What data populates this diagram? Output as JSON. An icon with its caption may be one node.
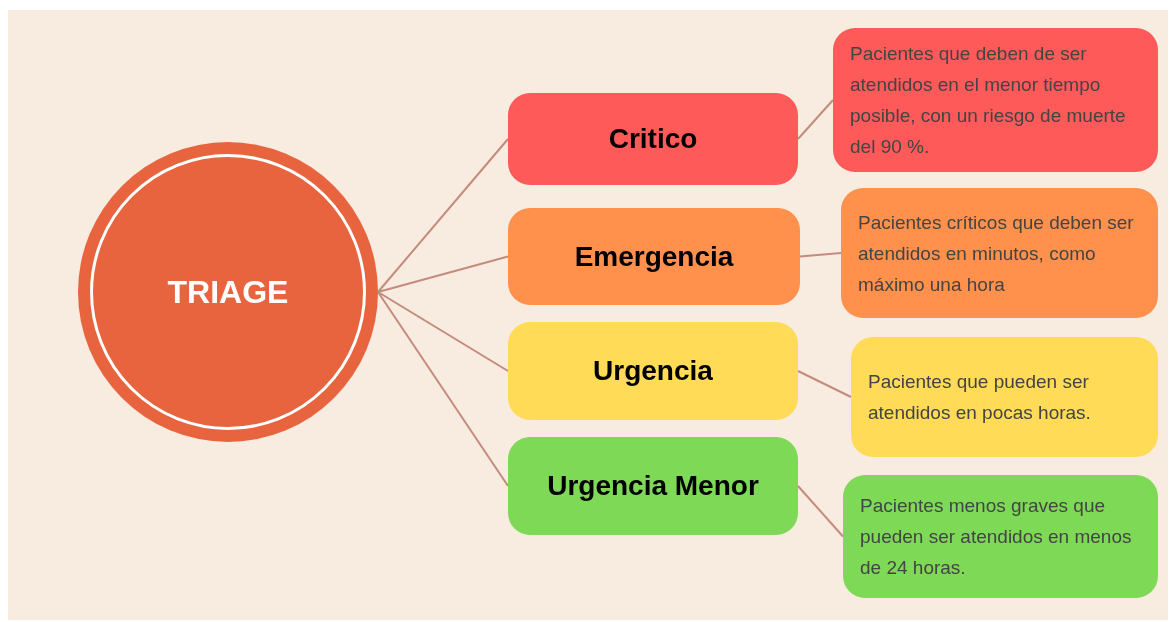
{
  "diagram": {
    "nodes": [
      {
        "text": [
          "TRIAGE"
        ]
      },
      {
        "text": [
          "Critico"
        ]
      },
      {
        "text": [
          "Emergencia"
        ]
      },
      {
        "text": [
          "Urgencia"
        ]
      },
      {
        "text": [
          "Urgencia Menor"
        ]
      },
      {
        "text": [
          "Pacientes que deben de ser atendidos en el menor tiempo posible, con un riesgo de muerte del 90 %."
        ]
      },
      {
        "text": [
          "Pacientes críticos que deben ser atendidos en minutos, como máximo una hora"
        ]
      },
      {
        "text": [
          "Pacientes que pueden ser atendidos en pocas horas."
        ]
      },
      {
        "text": [
          "Pacientes menos graves que pueden ser atendidos en menos de 24 horas."
        ]
      }
    ],
    "edges": [
      {
        "from": 0,
        "to": 1,
        "arrow": "none"
      },
      {
        "from": 0,
        "to": 2,
        "arrow": "none"
      },
      {
        "from": 0,
        "to": 3,
        "arrow": "none"
      },
      {
        "from": 0,
        "to": 4,
        "arrow": "none"
      },
      {
        "from": 1,
        "to": 5,
        "arrow": "none"
      },
      {
        "from": 2,
        "to": 6,
        "arrow": "none"
      },
      {
        "from": 3,
        "to": 7,
        "arrow": "none"
      },
      {
        "from": 4,
        "to": 8,
        "arrow": "none"
      }
    ]
  }
}
